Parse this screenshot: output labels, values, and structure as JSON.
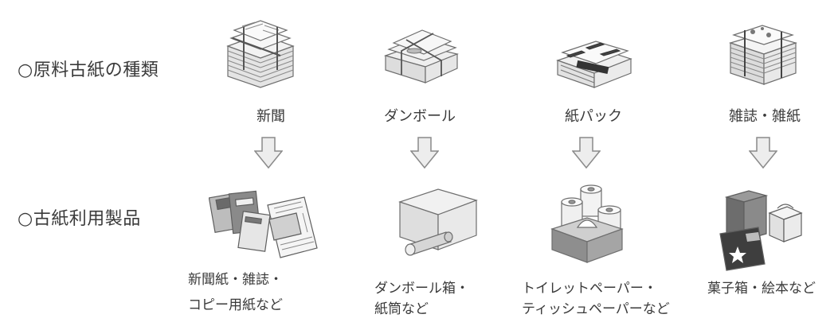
{
  "row_labels": {
    "raw": "○原料古紙の種類",
    "products": "○古紙利用製品"
  },
  "raw_materials": [
    {
      "label": "新聞",
      "icon": "newspaper-bundle-icon"
    },
    {
      "label": "ダンボール",
      "icon": "cardboard-bundle-icon"
    },
    {
      "label": "紙パック",
      "icon": "milk-carton-bundle-icon"
    },
    {
      "label": "雑誌・雑紙",
      "icon": "magazine-bundle-icon"
    }
  ],
  "products": [
    {
      "line1": "新聞紙・雑誌・",
      "line2": "コピー用紙など",
      "icon": "paper-products-icon"
    },
    {
      "line1": "ダンボール箱・",
      "line2": "紙筒など",
      "icon": "box-and-tube-icon"
    },
    {
      "line1": "トイレットペーパー・",
      "line2": "ティッシュペーパーなど",
      "icon": "toilet-paper-tissue-icon"
    },
    {
      "line1": "菓子箱・絵本など",
      "line2": "",
      "icon": "snack-box-picturebook-icon"
    }
  ],
  "colors": {
    "arrow_fill": "#ededed",
    "arrow_stroke": "#8a8a8a",
    "illus_stroke": "#6e6e6e"
  }
}
